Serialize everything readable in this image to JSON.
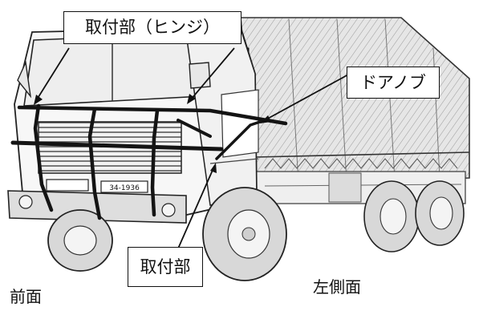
{
  "labels": {
    "hinge_mount": "取付部（ヒンジ）",
    "door_knob": "ドアノブ",
    "lower_mount": "取付部"
  },
  "captions": {
    "front": "前面",
    "left_side": "左側面"
  },
  "plate_text": "34-1936",
  "colors": {
    "ink": "#111111",
    "band": "#141414",
    "sketch": "#3a3a3a",
    "cover": "#cfcfcf"
  }
}
